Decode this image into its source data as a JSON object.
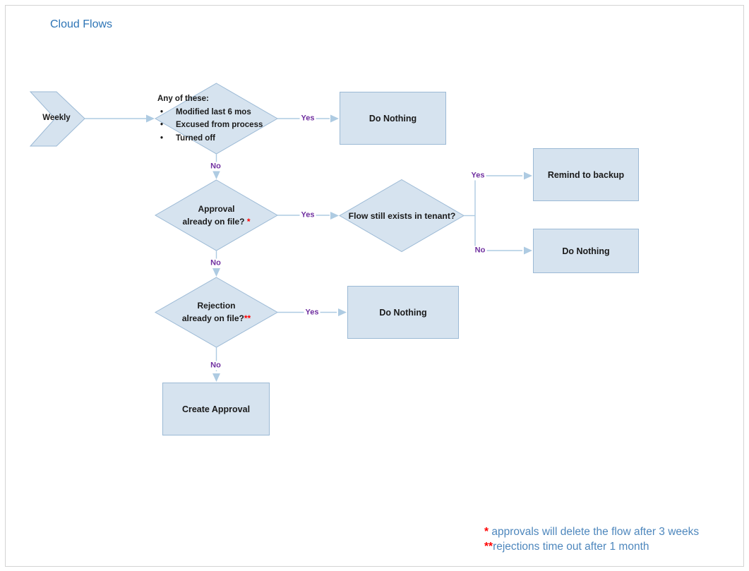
{
  "title": "Cloud Flows",
  "flowchart": {
    "start": {
      "label": "Weekly"
    },
    "decision_any": {
      "heading": "Any of these:",
      "bullets": [
        "Modified last 6 mos",
        "Excused from process",
        "Turned off"
      ]
    },
    "decision_approval": {
      "line1": "Approval",
      "line2": "already on file?",
      "marker": " *"
    },
    "decision_tenant": {
      "label": "Flow still exists in tenant?"
    },
    "decision_rejection": {
      "line1": "Rejection",
      "line2": "already on file?",
      "marker": "**"
    },
    "boxes": {
      "do_nothing_top": "Do Nothing",
      "remind_to_backup": "Remind to backup",
      "do_nothing_right": "Do Nothing",
      "do_nothing_mid": "Do Nothing",
      "create_approval": "Create Approval"
    },
    "connector_labels": {
      "any_yes": "Yes",
      "any_no": "No",
      "approval_yes": "Yes",
      "approval_no": "No",
      "tenant_yes": "Yes",
      "tenant_no": "No",
      "rejection_yes": "Yes",
      "rejection_no": "No"
    }
  },
  "icons": {
    "bullet": "•"
  },
  "footnotes": [
    {
      "marker": "*",
      "text": " approvals will delete the flow after 3 weeks"
    },
    {
      "marker": "**",
      "text": "rejections time out after 1 month"
    }
  ],
  "colors": {
    "title_blue": "#2e75b6",
    "footnote_blue": "#4e87bd",
    "label_purple": "#7030a0",
    "marker_red": "#ff0000",
    "shape_fill": "#d6e3ef",
    "shape_border": "#9bb9d5",
    "connector": "#aecbe2",
    "page_frame": "#d3d3d3"
  }
}
